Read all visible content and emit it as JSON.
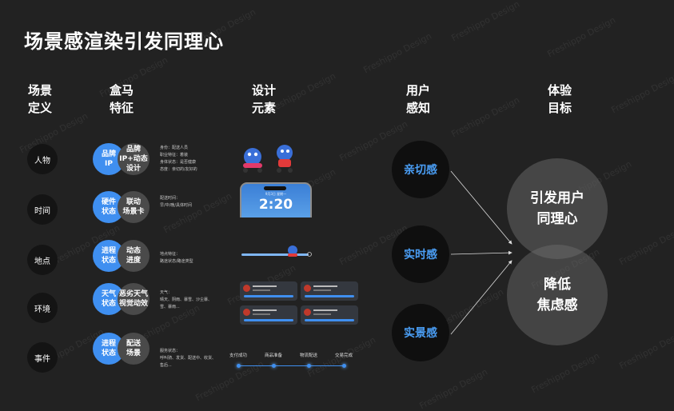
{
  "title": "场景感渲染引发同理心",
  "headers": {
    "define": [
      "场景",
      "定义"
    ],
    "hema": [
      "盒马",
      "特征"
    ],
    "design": [
      "设计",
      "元素"
    ],
    "user": [
      "用户",
      "感知"
    ],
    "goal": [
      "体验",
      "目标"
    ]
  },
  "rows": [
    {
      "label": "人物",
      "blue": [
        "品牌",
        "IP"
      ],
      "grey": [
        "品牌",
        "IP+动态",
        "设计"
      ],
      "desc": "身份：配送人员\n职业特征：着装\n身体状态：是否健康\n态度：亲切的/友好的"
    },
    {
      "label": "时间",
      "blue": [
        "硬件",
        "状态"
      ],
      "grey": [
        "联动",
        "场景卡"
      ],
      "desc": "配送时间：\n早/中/晚/具体时间"
    },
    {
      "label": "地点",
      "blue": [
        "进程",
        "状态"
      ],
      "grey": [
        "动态",
        "进度"
      ],
      "desc": "地点特征：\n路途状态/路途类型"
    },
    {
      "label": "环境",
      "blue": [
        "天气",
        "状态"
      ],
      "grey": [
        "恶劣天气",
        "视觉动效"
      ],
      "desc": "天气：\n晴天、阴雨、暴雪、沙尘暴、\n雪、暴雨..."
    },
    {
      "label": "事件",
      "blue": [
        "进程",
        "状态"
      ],
      "grey": [
        "配送",
        "场景"
      ],
      "desc": "服务状态：\n呼叫骑、发货、配送中、收货、\n售后..."
    }
  ],
  "phone": {
    "time": "2:20",
    "date": "9月3日 星期一"
  },
  "timeline": [
    "支付成功",
    "商品准备",
    "物流配送",
    "交易完成"
  ],
  "perception": [
    "亲切感",
    "实时感",
    "实景感"
  ],
  "goals": [
    [
      "引发用户",
      "同理心"
    ],
    [
      "降低",
      "焦虑感"
    ]
  ],
  "watermark": "Freshippo Design",
  "colors": {
    "accent": "#3f8ff0",
    "background": "#222222"
  }
}
